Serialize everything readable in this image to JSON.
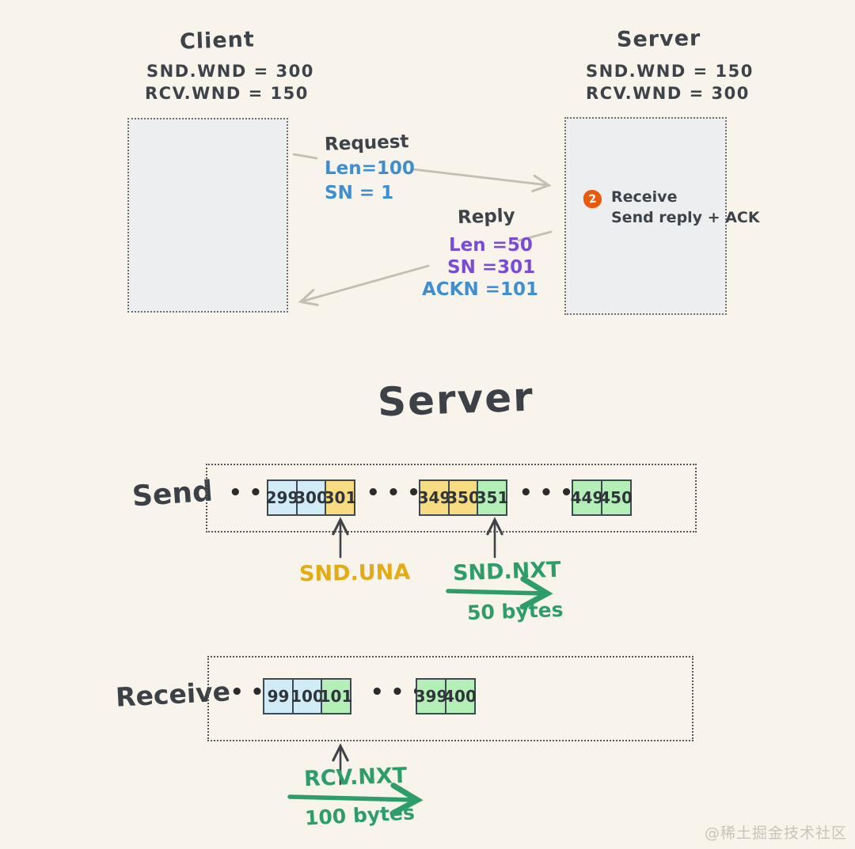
{
  "top": {
    "client": {
      "title": "Client",
      "snd_wnd": "SND.WND = 300",
      "rcv_wnd": "RCV.WND = 150"
    },
    "server": {
      "title": "Server",
      "snd_wnd": "SND.WND = 150",
      "rcv_wnd": "RCV.WND = 300",
      "badge": "2",
      "note_line1": "Receive",
      "note_line2": "Send reply + ACK"
    },
    "request": {
      "title": "Request",
      "len": "Len=100",
      "sn": "SN = 1"
    },
    "reply": {
      "title": "Reply",
      "len": "Len =50",
      "sn": "SN =301",
      "ackn": "ACKN =101"
    }
  },
  "section_title": "Server",
  "send": {
    "label": "Send",
    "dots": "•••",
    "groups": [
      {
        "cells": [
          {
            "v": "299",
            "c": "blue"
          },
          {
            "v": "300",
            "c": "blue"
          },
          {
            "v": "301",
            "c": "yellow"
          }
        ]
      },
      {
        "cells": [
          {
            "v": "349",
            "c": "yellow"
          },
          {
            "v": "350",
            "c": "yellow"
          },
          {
            "v": "351",
            "c": "green"
          }
        ]
      },
      {
        "cells": [
          {
            "v": "449",
            "c": "green"
          },
          {
            "v": "450",
            "c": "green"
          }
        ]
      }
    ],
    "snd_una": "SND.UNA",
    "snd_nxt": "SND.NXT",
    "nxt_bytes": "50 bytes"
  },
  "receive": {
    "label": "Receive",
    "dots": "•••",
    "groups": [
      {
        "cells": [
          {
            "v": "99",
            "c": "blue"
          },
          {
            "v": "100",
            "c": "blue"
          },
          {
            "v": "101",
            "c": "green"
          }
        ]
      },
      {
        "cells": [
          {
            "v": "399",
            "c": "green"
          },
          {
            "v": "400",
            "c": "green"
          }
        ]
      }
    ],
    "rcv_nxt": "RCV.NXT",
    "nxt_bytes": "100 bytes"
  },
  "watermark": "@稀土掘金技术社区",
  "colors": {
    "background": "#f8f4ec",
    "ink": "#3d4349",
    "blue_text": "#3e8ed0",
    "violet_text": "#7a4bd6",
    "gold_text": "#e3ac15",
    "green_accent": "#2e9d6c",
    "orange_badge": "#e8590c",
    "cell_blue": "#d2ecf7",
    "cell_yellow": "#f8dc82",
    "cell_green": "#b3efb6",
    "cell_border": "#3e4a52",
    "gray_arrow": "#c5bfb3",
    "box_fill": "#edeeef"
  }
}
